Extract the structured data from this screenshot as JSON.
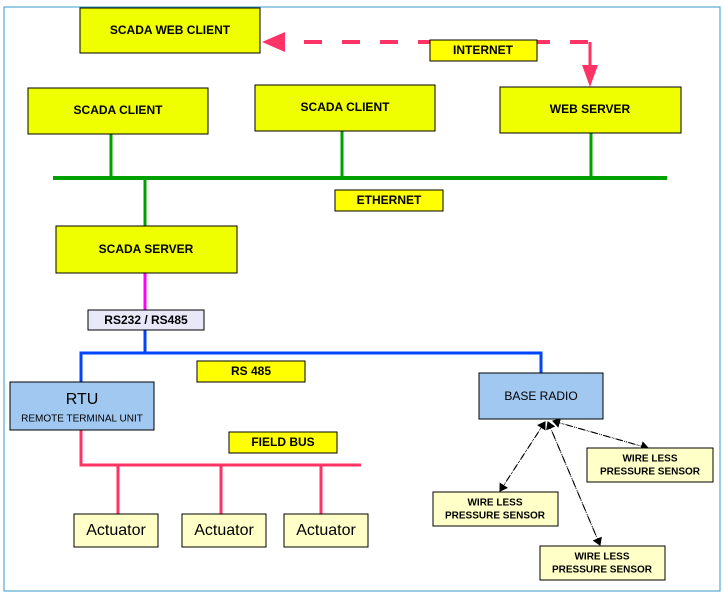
{
  "nodes": {
    "scada_web_client": "SCADA WEB CLIENT",
    "scada_client_1": "SCADA CLIENT",
    "scada_client_2": "SCADA CLIENT",
    "web_server": "WEB SERVER",
    "scada_server": "SCADA SERVER",
    "rtu_title": "RTU",
    "rtu_subtitle": "REMOTE TERMINAL UNIT",
    "base_radio": "BASE RADIO",
    "actuators": [
      "Actuator",
      "Actuator",
      "Actuator"
    ],
    "sensors": [
      {
        "line1": "WIRE LESS",
        "line2": "PRESSURE  SENSOR"
      },
      {
        "line1": "WIRE LESS",
        "line2": "PRESSURE  SENSOR"
      },
      {
        "line1": "WIRE LESS",
        "line2": "PRESSURE  SENSOR"
      }
    ]
  },
  "links": {
    "internet": "INTERNET",
    "ethernet": "ETHERNET",
    "rs232_rs485": "RS232 / RS485",
    "rs485": "RS 485",
    "field_bus": "FIELD BUS"
  },
  "colors": {
    "node_yellow": "#f0ff00",
    "label_yellow": "#ffff00",
    "rtu_blue": "#a0c8f0",
    "actuator_fill": "#ffffc8",
    "ethernet_green": "#00a000",
    "rs485_blue": "#0044ff",
    "serial_magenta": "#ff00ff",
    "fieldbus_pink": "#ff3366",
    "internet_pink": "#ff3366",
    "frame_blue": "#3399cc"
  }
}
